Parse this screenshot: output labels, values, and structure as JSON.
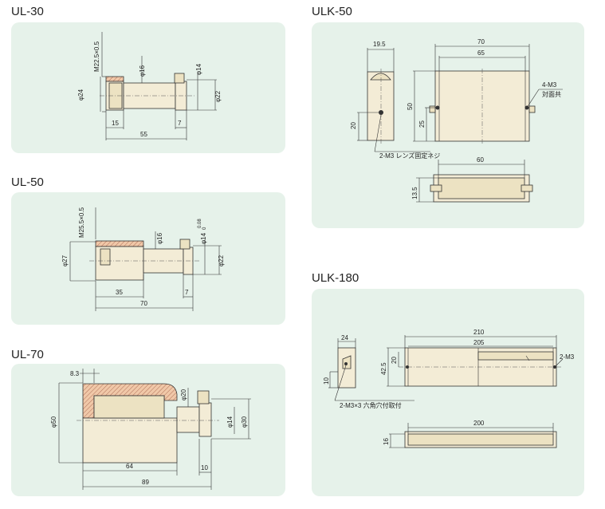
{
  "sections": {
    "ul30": {
      "title": "UL-30",
      "dims": {
        "thread": "M22.5×0.5",
        "d16": "φ16",
        "d14": "φ14",
        "d24": "φ24",
        "d22": "φ22",
        "l15": "15",
        "l7": "7",
        "l55": "55"
      }
    },
    "ul50": {
      "title": "UL-50",
      "dims": {
        "thread": "M25.5×0.5",
        "d16": "φ16",
        "d14": "φ14",
        "tol_top": "0.08",
        "tol_bot": "0",
        "d27": "φ27",
        "d22": "φ22",
        "l35": "35",
        "l7": "7",
        "l70": "70"
      }
    },
    "ul70": {
      "title": "UL-70",
      "dims": {
        "l83": "8.3",
        "d20": "φ20",
        "d50": "φ50",
        "d14": "φ14",
        "d30": "φ30",
        "l64": "64",
        "l10": "10",
        "l89": "89"
      }
    },
    "ulk50": {
      "title": "ULK-50",
      "dims": {
        "w195": "19.5",
        "w70": "70",
        "w65": "65",
        "h50": "50",
        "h25": "25",
        "h20": "20",
        "m3_4": "4-M3",
        "m3_4b": "対面共",
        "m3_2": "2-M3 レンズ固定ネジ",
        "w60": "60",
        "h135": "13.5"
      }
    },
    "ulk180": {
      "title": "ULK-180",
      "dims": {
        "w24": "24",
        "w210": "210",
        "w205": "205",
        "h20": "20",
        "h425": "42.5",
        "h10": "10",
        "m3": "2-M3",
        "m3x3": "2-M3×3 六角穴付取付",
        "w200": "200",
        "h16": "16"
      }
    }
  }
}
